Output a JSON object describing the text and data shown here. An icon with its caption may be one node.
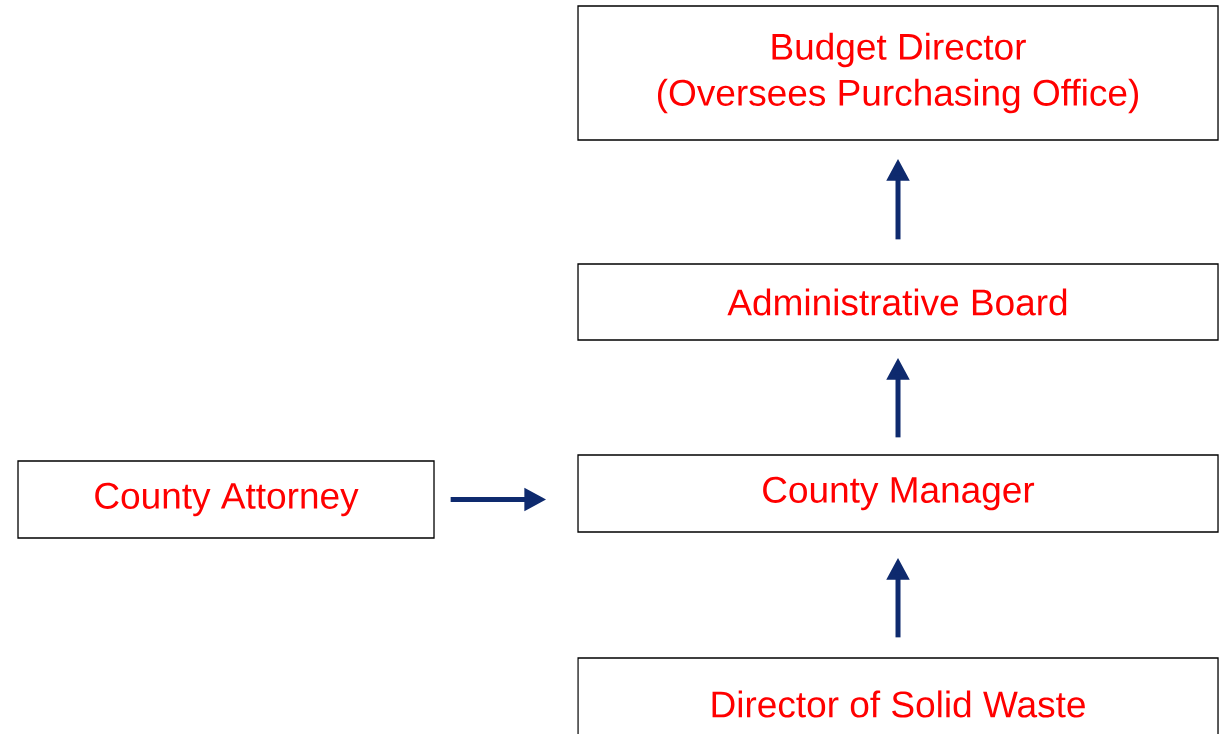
{
  "diagram": {
    "nodes": [
      {
        "text": [
          "Budget Director",
          "(Oversees Purchasing Office)"
        ]
      },
      {
        "text": [
          "Administrative Board"
        ]
      },
      {
        "text": [
          "County Attorney"
        ]
      },
      {
        "text": [
          "County Manager"
        ]
      },
      {
        "text": [
          "Director of Solid Waste"
        ]
      }
    ],
    "edges": [
      {
        "from": 1,
        "to": 0,
        "arrow": "to"
      },
      {
        "from": 3,
        "to": 1,
        "arrow": "to"
      },
      {
        "from": 4,
        "to": 3,
        "arrow": "to"
      },
      {
        "from": 2,
        "to": 3,
        "arrow": "to"
      }
    ]
  }
}
